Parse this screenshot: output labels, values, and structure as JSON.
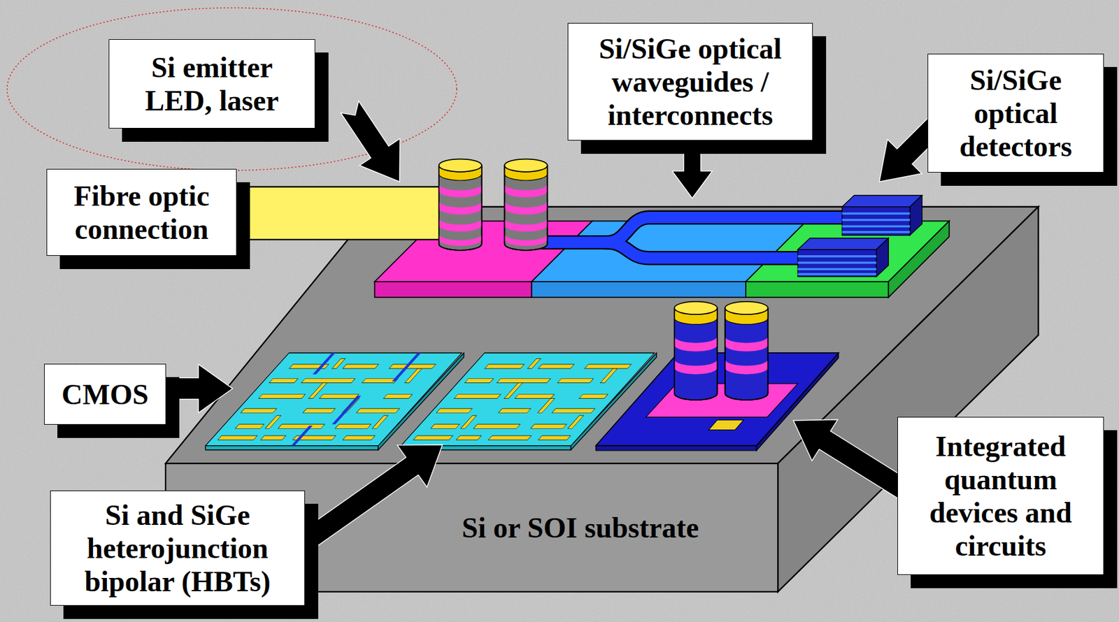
{
  "diagram": {
    "nodes": [
      {
        "text": [
          "Si emitter LED, laser"
        ]
      },
      {
        "text": [
          "Si/SiGe optical waveguides / interconnects"
        ]
      },
      {
        "text": [
          "Si/SiGe optical detectors"
        ]
      },
      {
        "text": [
          "Fibre optic connection"
        ]
      },
      {
        "text": [
          "CMOS"
        ]
      },
      {
        "text": [
          "Si and SiGe heterojunction bipolar (HBTs)"
        ]
      },
      {
        "text": [
          "Si or SOI substrate"
        ]
      },
      {
        "text": [
          "Integrated quantum devices and circuits"
        ]
      }
    ]
  }
}
